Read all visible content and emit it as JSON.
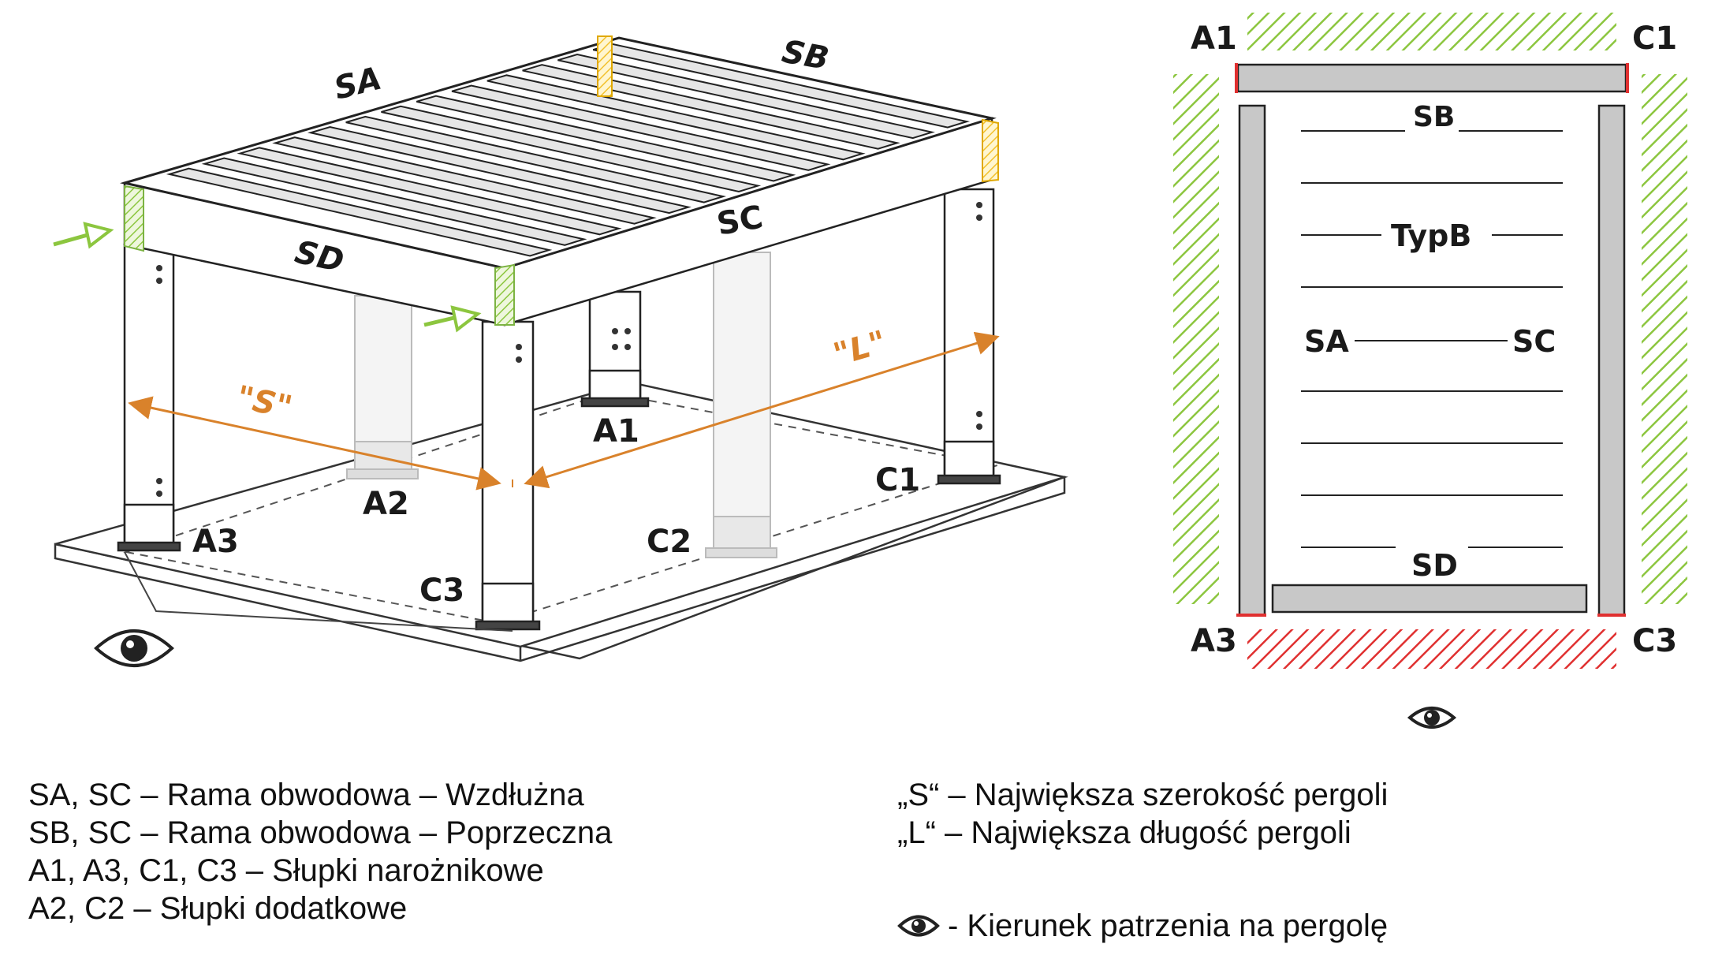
{
  "labels": {
    "frame_sa": "SA",
    "frame_sb": "SB",
    "frame_sc": "SC",
    "frame_sd": "SD",
    "post_a1": "A1",
    "post_a2": "A2",
    "post_a3": "A3",
    "post_c1": "C1",
    "post_c2": "C2",
    "post_c3": "C3",
    "dim_s": "\"S\"",
    "dim_l": "\"L\""
  },
  "plan": {
    "corner_a1": "A1",
    "corner_c1": "C1",
    "corner_a3": "A3",
    "corner_c3": "C3",
    "sb": "SB",
    "type": "TypB",
    "sa": "SA",
    "sc": "SC",
    "sd": "SD"
  },
  "legend": {
    "left": [
      "SA, SC – Rama obwodowa – Wzdłużna",
      "SB, SC – Rama obwodowa – Poprzeczna",
      "A1, A3, C1, C3 – Słupki narożnikowe",
      "A2, C2 – Słupki dodatkowe"
    ],
    "right": [
      "„S“ – Największa szerokość pergoli",
      "„L“ – Największa długość pergoli"
    ],
    "eye": "- Kierunek patrzenia na pergolę"
  },
  "colors": {
    "green_hatch": "#8cc63f",
    "red_hatch": "#e03030",
    "yellow_hatch": "#f2c12e",
    "beam_fill": "#c8c8c8",
    "dim_orange": "#d9822b"
  }
}
